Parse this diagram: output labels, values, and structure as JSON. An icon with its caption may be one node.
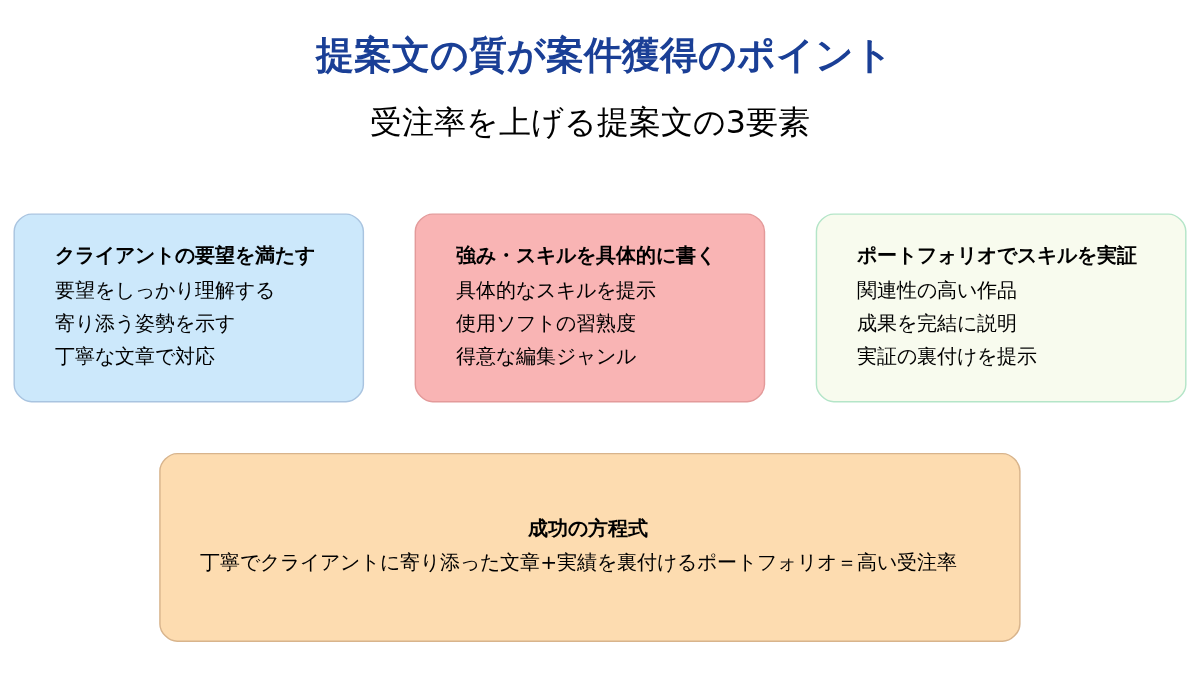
{
  "diagram": {
    "title": "提案文の質が案件獲得のポイント",
    "nodes": [
      {
        "text": [
          "クライアントの要望を満たす",
          "要望をしっかり理解する",
          "寄り添う姿勢を示す",
          "丁寧な文章で対応"
        ]
      },
      {
        "text": [
          "強み・スキルを具体的に書く",
          "具体的なスキルを提示",
          "使用ソフトの習熟度",
          "得意な編集ジャンル"
        ]
      },
      {
        "text": [
          "ポートフォリオでスキルを実証",
          "関連性の高い作品",
          "成果を完結に説明",
          "実証の裏付けを提示"
        ]
      },
      {
        "text": [
          "成功の方程式",
          "丁寧でクライアントに寄り添った文章+実績を裏付けるポートフォリオ＝高い受注率"
        ]
      }
    ],
    "edges": [],
    "labels": [
      "受注率を上げる提案文の3要素"
    ]
  }
}
